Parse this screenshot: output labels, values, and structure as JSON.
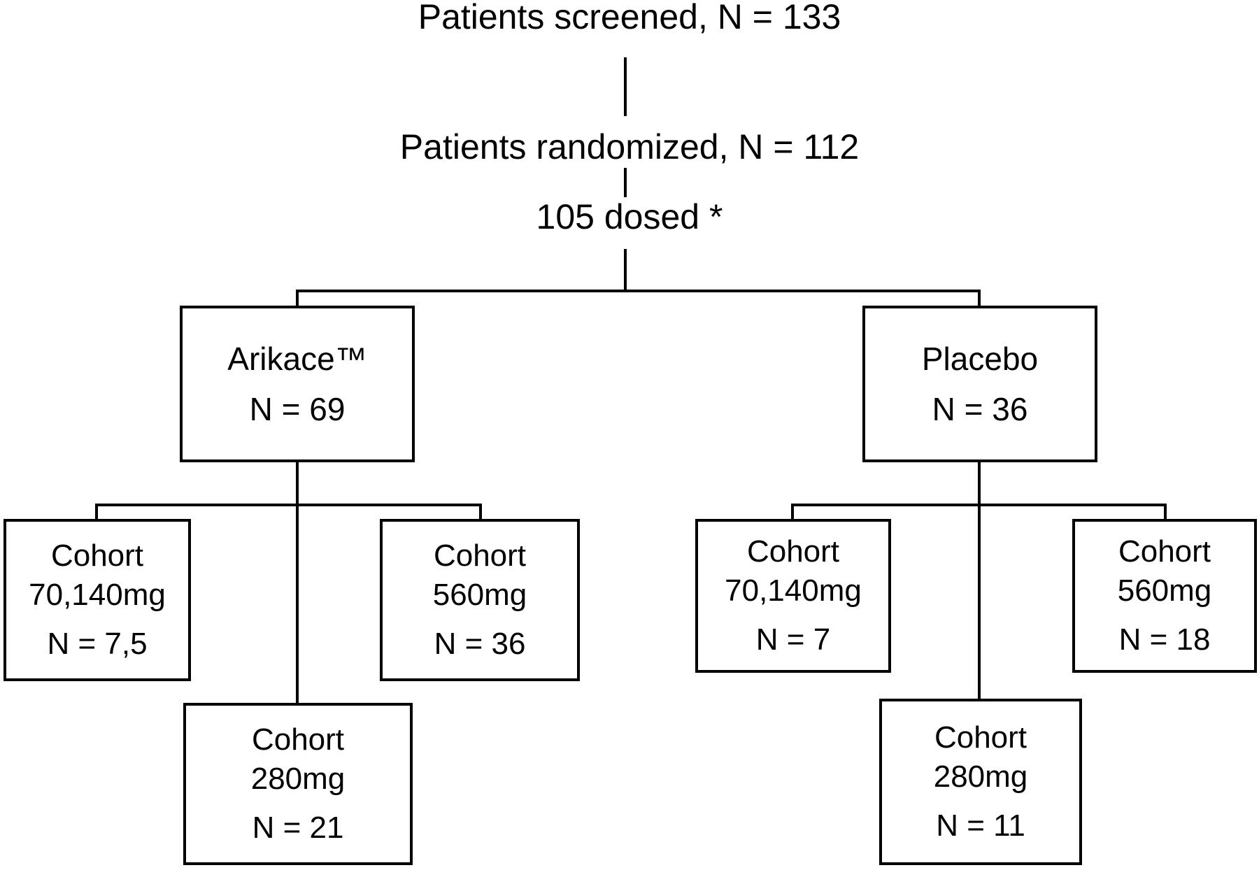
{
  "flow": {
    "screened": "Patients screened, N = 133",
    "randomized": "Patients randomized, N = 112",
    "dosed": "105 dosed *"
  },
  "arms": {
    "arikace": {
      "label": "Arikace™",
      "n": "N = 69",
      "cohorts": [
        {
          "label": "Cohort",
          "dose": "70,140mg",
          "n": "N = 7,5"
        },
        {
          "label": "Cohort",
          "dose": "280mg",
          "n": "N = 21"
        },
        {
          "label": "Cohort",
          "dose": "560mg",
          "n": "N = 36"
        }
      ]
    },
    "placebo": {
      "label": "Placebo",
      "n": "N = 36",
      "cohorts": [
        {
          "label": "Cohort",
          "dose": "70,140mg",
          "n": "N = 7"
        },
        {
          "label": "Cohort",
          "dose": "280mg",
          "n": "N = 11"
        },
        {
          "label": "Cohort",
          "dose": "560mg",
          "n": "N = 18"
        }
      ]
    }
  }
}
